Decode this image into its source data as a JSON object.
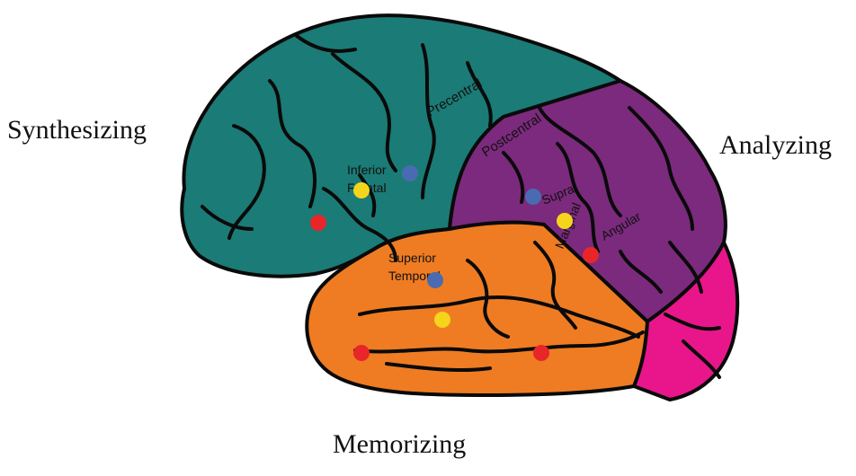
{
  "labels": {
    "synthesizing": "Synthesizing",
    "analyzing": "Analyzing",
    "memorizing": "Memorizing"
  },
  "regions": {
    "precentral": "Precentral",
    "postcentral": "Postcentral",
    "inferior": "Inferior",
    "frontal": "Frontal",
    "supra": "Supra",
    "marginal": "Marginal",
    "angular": "Angular",
    "superior": "Superior",
    "temporal": "Temporal"
  },
  "colors": {
    "frontal_lobe": "#1b7b76",
    "parietal_lobe": "#7b2a7d",
    "temporal_lobe": "#ef7c22",
    "occipital_lobe": "#e8168a",
    "outline": "#0a0a0a",
    "dot_red": "#e8262a",
    "dot_yellow": "#f5d51c",
    "dot_blue": "#4a6bb2"
  }
}
